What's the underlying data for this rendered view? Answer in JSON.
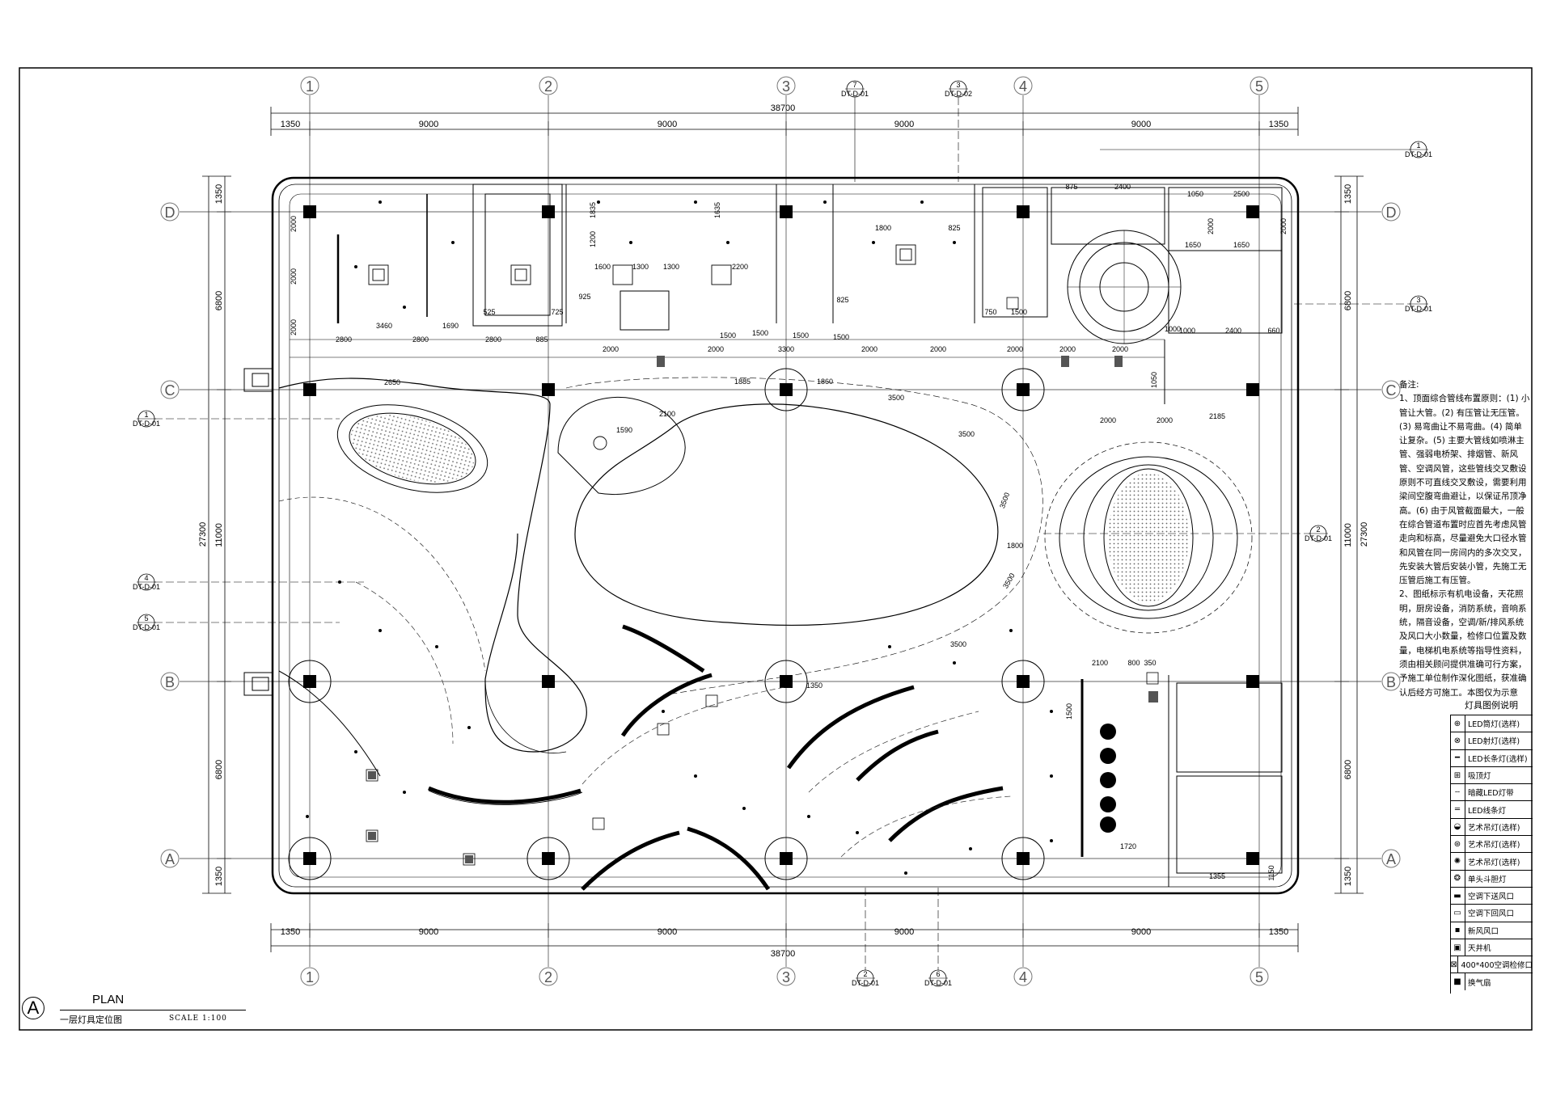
{
  "grid_columns": [
    "1",
    "2",
    "3",
    "4",
    "5"
  ],
  "grid_rows": [
    "D",
    "C",
    "B",
    "A"
  ],
  "dim_total": "38700",
  "dim_segments": [
    "1350",
    "9000",
    "9000",
    "9000",
    "9000",
    "1350"
  ],
  "dim_left_total": "27300",
  "dim_left_segments": [
    "1350",
    "6800",
    "11000",
    "6800",
    "1350"
  ],
  "section_markers": [
    {
      "num": "7",
      "ref": "DT-D-01"
    },
    {
      "num": "3",
      "ref": "DT-D-02"
    },
    {
      "num": "1",
      "ref": "DT-D-01"
    },
    {
      "num": "3",
      "ref": "DT-D-01"
    },
    {
      "num": "1",
      "ref": "DT-D-01"
    },
    {
      "num": "2",
      "ref": "DT-D-01"
    },
    {
      "num": "4",
      "ref": "DT-D-01"
    },
    {
      "num": "5",
      "ref": "DT-D-01"
    },
    {
      "num": "2",
      "ref": "DT-D-01"
    },
    {
      "num": "6",
      "ref": "DT-D-01"
    }
  ],
  "plan_dims": [
    "2000",
    "2000",
    "2000",
    "3460",
    "1690",
    "2800",
    "2800",
    "2800",
    "885",
    "2000",
    "2000",
    "1600",
    "1300",
    "1300",
    "2200",
    "925",
    "525",
    "725",
    "1200",
    "1835",
    "1635",
    "1800",
    "825",
    "825",
    "1500",
    "1500",
    "1500",
    "1500",
    "3300",
    "2000",
    "2000",
    "2000",
    "2000",
    "2000",
    "2000",
    "2000",
    "875",
    "2400",
    "1050",
    "2500",
    "1650",
    "1650",
    "1000",
    "2400",
    "660",
    "1050",
    "2185",
    "2000",
    "2000",
    "2650",
    "1885",
    "1860",
    "3500",
    "3500",
    "3500",
    "3500",
    "3500",
    "1590",
    "2100",
    "1800",
    "1350",
    "2100",
    "800",
    "350",
    "1500",
    "1720",
    "1355",
    "1150",
    "750",
    "1500",
    "1000"
  ],
  "notes": {
    "title": "备注:",
    "items": [
      "1、顶面综合管线布置原则：(1) 小管让大管。(2) 有压管让无压管。(3) 易弯曲让不易弯曲。(4) 简单让复杂。(5) 主要大管线如喷淋主管、强弱电桥架、排烟管、新风管、空调风管，这些管线交叉敷设原则不可直线交叉敷设，需要利用梁间空腹弯曲避让，以保证吊顶净高。(6) 由于风管截面最大，一般在综合管道布置时应首先考虑风管走向和标高，尽量避免大口径水管和风管在同一房间内的多次交叉，先安装大管后安装小管，先施工无压管后施工有压管。",
      "2、图纸标示有机电设备，天花照明，厨房设备，消防系统，音响系统，隔音设备，空调/新/排风系统及风口大小数量，检修口位置及数量，电梯机电系统等指导性资料，须由相关顾问提供准确可行方案，予施工单位制作深化图纸，获准确认后经方可施工。本图仅为示意"
    ]
  },
  "legend": {
    "title": "灯具图例说明",
    "items": [
      {
        "icon": "led-downlight-icon",
        "label": "LED筒灯(选样)"
      },
      {
        "icon": "led-spotlight-icon",
        "label": "LED射灯(选样)"
      },
      {
        "icon": "led-strip-light-icon",
        "label": "LED长条灯(选样)"
      },
      {
        "icon": "ceiling-light-icon",
        "label": "吸顶灯"
      },
      {
        "icon": "hidden-led-strip-icon",
        "label": "暗藏LED灯带"
      },
      {
        "icon": "led-line-light-icon",
        "label": "LED线条灯"
      },
      {
        "icon": "art-pendant-icon",
        "label": "艺术吊灯(选样)"
      },
      {
        "icon": "art-pendant-round-icon",
        "label": "艺术吊灯(选样)"
      },
      {
        "icon": "art-pendant-small-icon",
        "label": "艺术吊灯(选样)"
      },
      {
        "icon": "single-grille-light-icon",
        "label": "单头斗胆灯"
      },
      {
        "icon": "ac-supply-vent-icon",
        "label": "空调下送风口"
      },
      {
        "icon": "ac-return-vent-icon",
        "label": "空调下回风口"
      },
      {
        "icon": "fresh-air-vent-icon",
        "label": "新风风口"
      },
      {
        "icon": "patio-unit-icon",
        "label": "天井机"
      },
      {
        "icon": "access-panel-icon",
        "label": "400*400空调检修口"
      },
      {
        "icon": "exhaust-fan-icon",
        "label": "换气扇"
      }
    ]
  },
  "title_block": {
    "letter": "A",
    "name": "PLAN",
    "subtitle": "一层灯具定位图",
    "scale": "SCALE 1:100"
  }
}
